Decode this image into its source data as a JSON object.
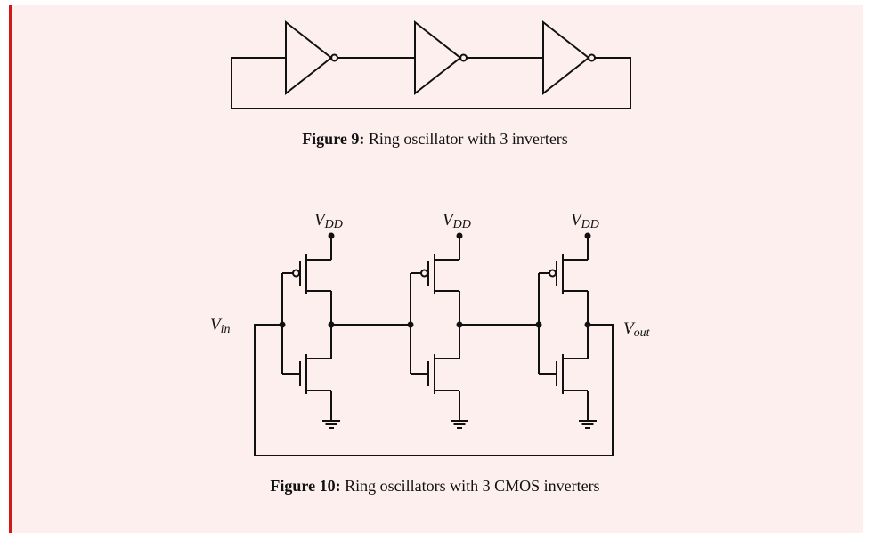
{
  "figure9": {
    "caption_label": "Figure 9:",
    "caption_text": "Ring oscillator with 3 inverters"
  },
  "figure10": {
    "caption_label": "Figure 10:",
    "caption_text": "Ring oscillators with 3 CMOS inverters",
    "vdd_main": "V",
    "vdd_sub": "DD",
    "vin_main": "V",
    "vin_sub": "in",
    "vout_main": "V",
    "vout_sub": "out"
  },
  "colors": {
    "panel_background": "#fcefee",
    "accent_bar": "#d01a1a",
    "ink": "#111111"
  }
}
